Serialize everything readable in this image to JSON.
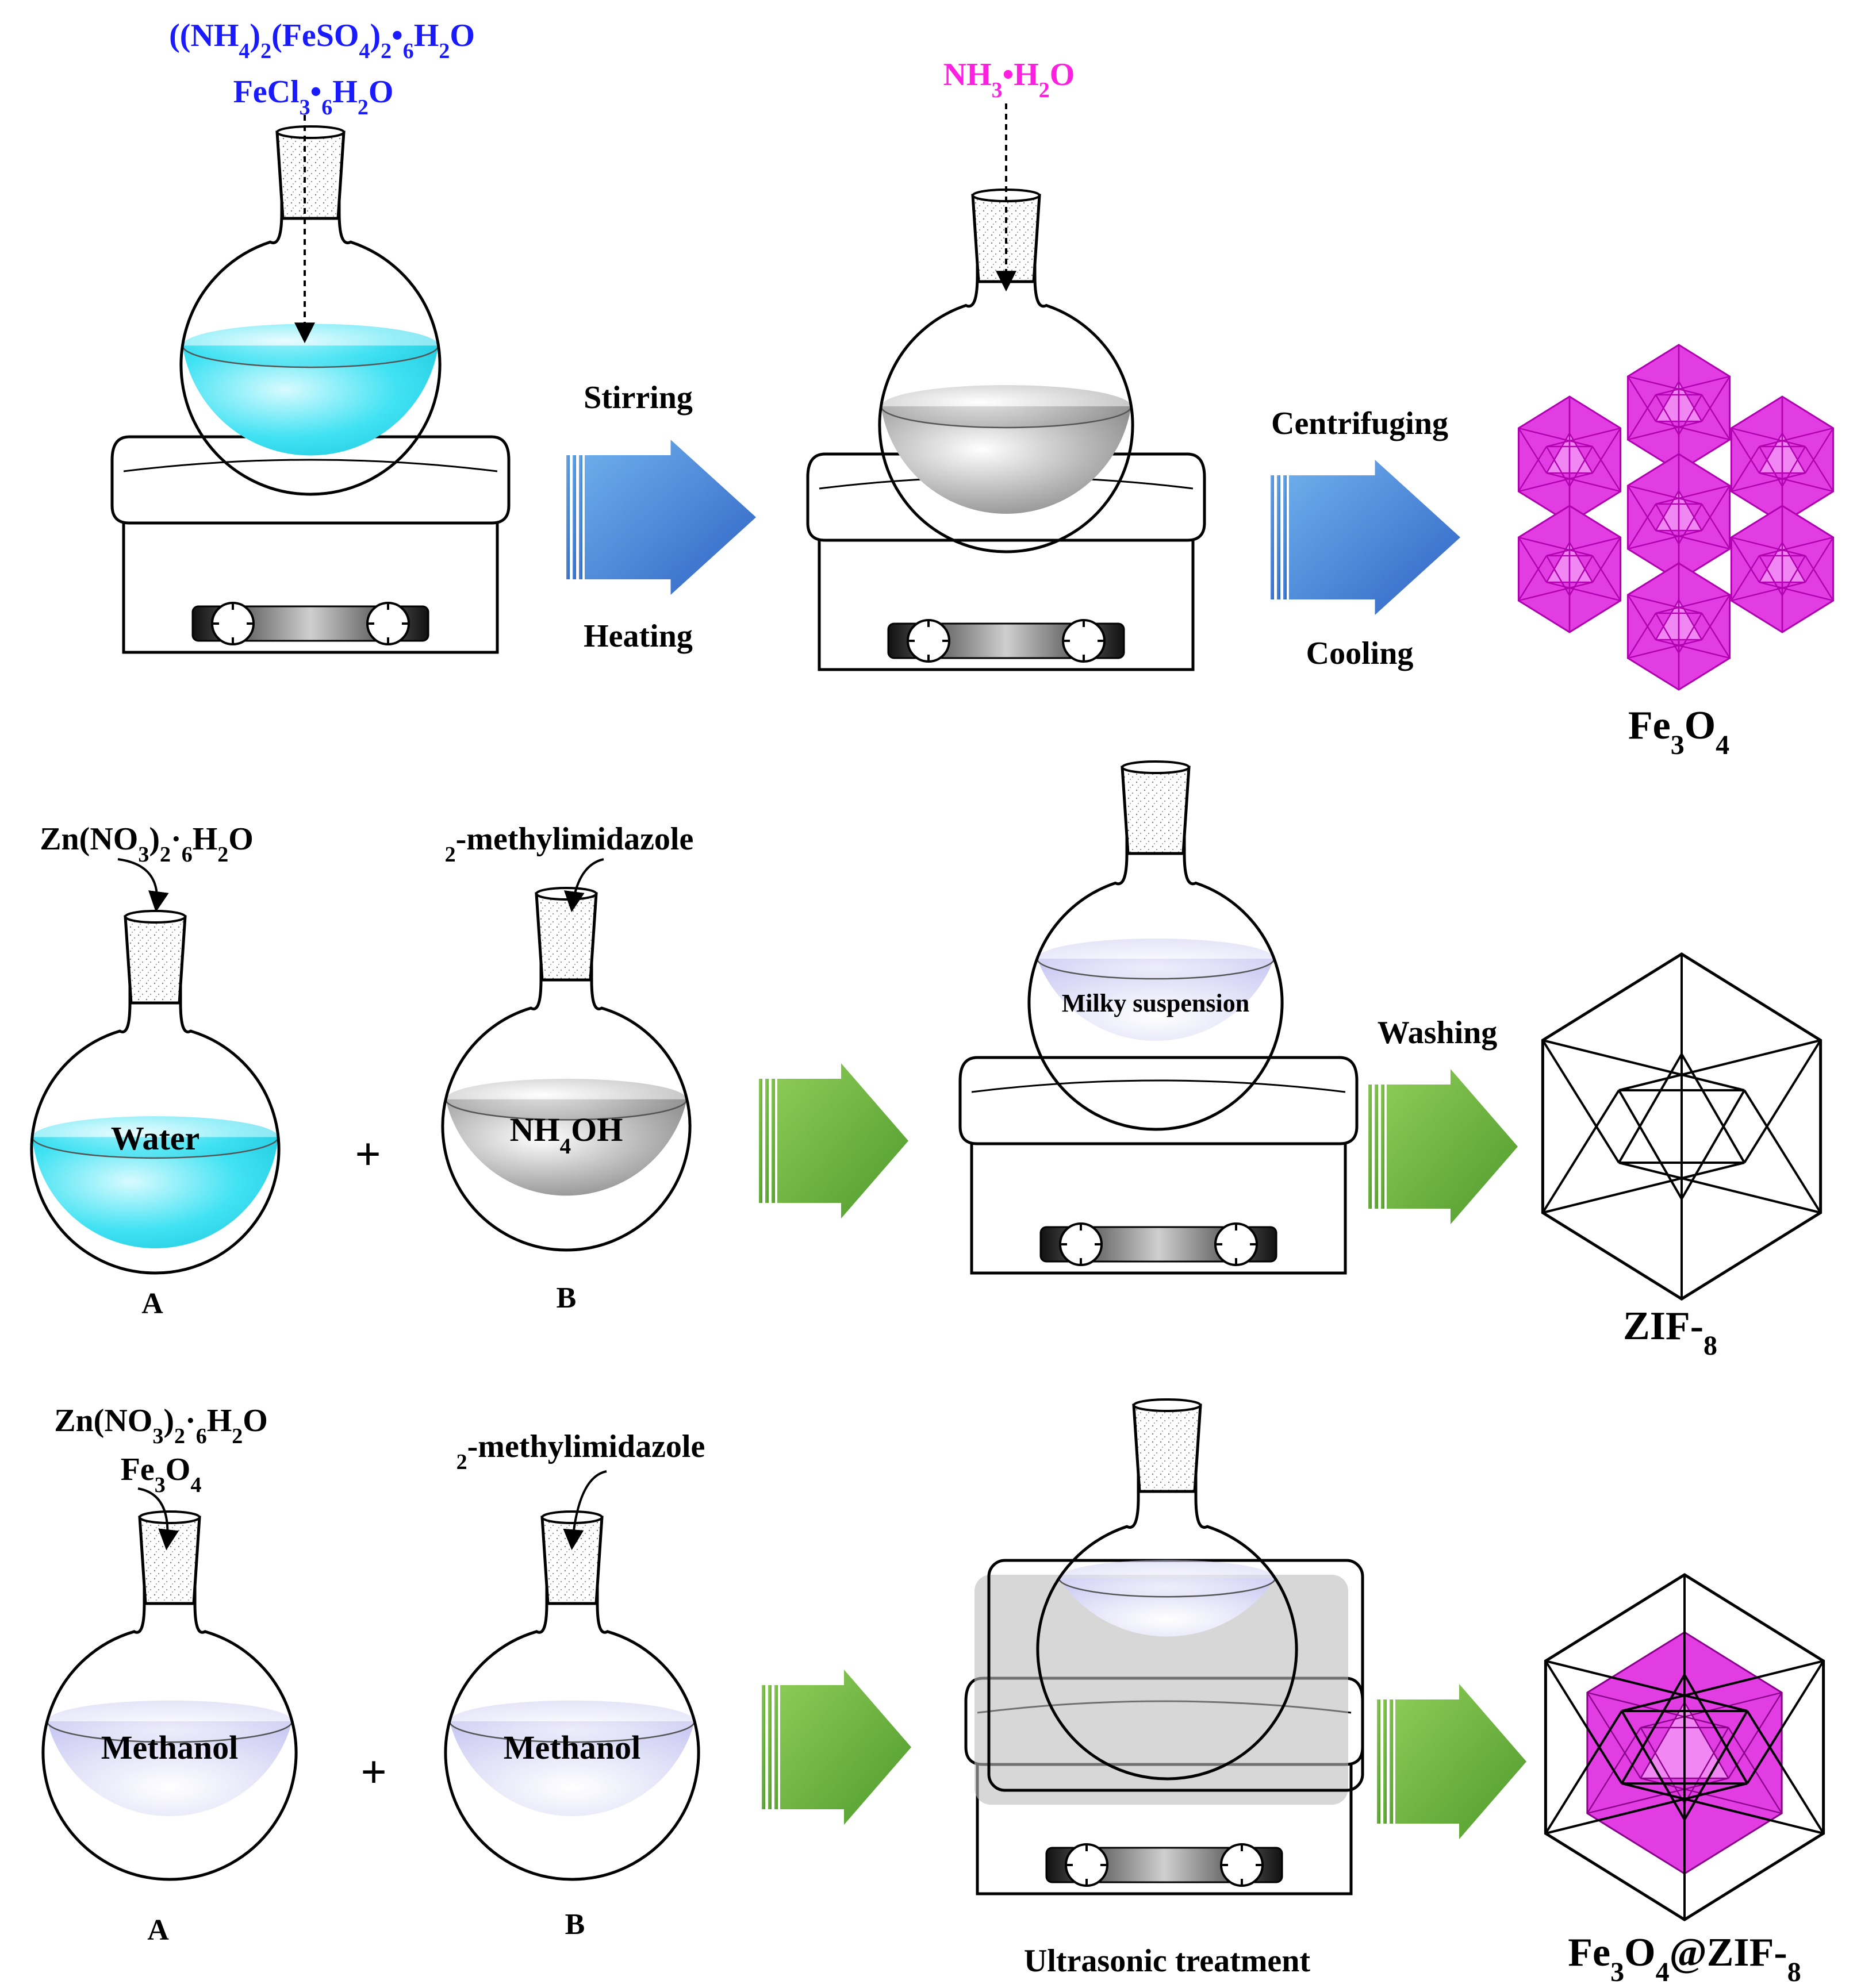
{
  "colors": {
    "blue_text": "#1a1aff",
    "magenta_text": "#ff1fe0",
    "cyan_liquid": "#36e2f2",
    "gray_liquid": "#9a9a9a",
    "lavender_liquid": "#d7d6f6",
    "blue_arrow": "#3a7fd5",
    "green_arrow": "#63ae3c",
    "magenta_crystal": "#e23de3"
  },
  "row1": {
    "reagent_line1": "((NH4)2(FeSO4)2•6H2O",
    "reagent_line2": "FeCl3•6H2O",
    "arrow1_top": "Stirring",
    "arrow1_bottom": "Heating",
    "reagent_added": "NH3•H2O",
    "arrow2_top": "Centrifuging",
    "arrow2_bottom": "Cooling",
    "product": "Fe3O4"
  },
  "row2": {
    "reagent_a": "Zn(NO3)2·6H2O",
    "reagent_b": "2-methylimidazole",
    "flask_a_liquid": "Water",
    "flask_b_liquid": "NH4OH",
    "plus": "+",
    "label_a": "A",
    "label_b": "B",
    "mixture": "Milky suspension",
    "arrow_top": "Washing",
    "product": "ZIF-8"
  },
  "row3": {
    "reagent_a_line1": "Zn(NO3)2·6H2O",
    "reagent_a_line2": "Fe3O4",
    "reagent_b": "2-methylimidazole",
    "flask_a_liquid": "Methanol",
    "flask_b_liquid": "Methanol",
    "plus": "+",
    "label_a": "A",
    "label_b": "B",
    "step": "Ultrasonic treatment",
    "product": "Fe3O4@ZIF-8"
  }
}
